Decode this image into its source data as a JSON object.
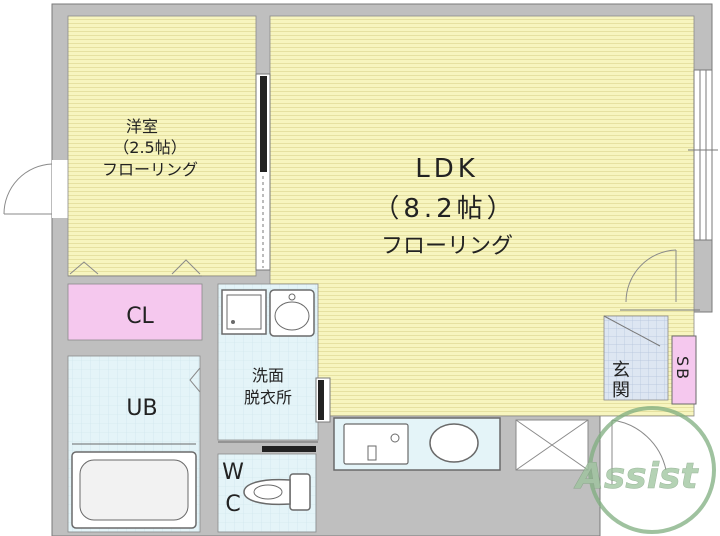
{
  "rooms": {
    "western_room": {
      "name": "洋室",
      "size": "（2.5帖）",
      "floor": "フローリング"
    },
    "ldk": {
      "name": "LDK",
      "size": "（8.2帖）",
      "floor": "フローリング"
    },
    "closet": {
      "name": "CL"
    },
    "bath": {
      "name": "UB"
    },
    "washroom": {
      "line1": "洗面",
      "line2": "脱衣所"
    },
    "toilet": {
      "line1": "W",
      "line2": "C"
    },
    "entrance": {
      "name": "玄関"
    },
    "shoe_box": {
      "name": "SB"
    }
  },
  "watermark": {
    "text": "Assist"
  },
  "colors": {
    "floor": "#f7f5bf",
    "floor_line": "#e2dd9a",
    "wall": "#bfbfbf",
    "wall_edge": "#7a7a7a",
    "closet": "#f5c8ee",
    "wet_area": "#e4f4f8",
    "entrance_tile": "#dde6f2",
    "shoe_box": "#f5c8ee"
  }
}
